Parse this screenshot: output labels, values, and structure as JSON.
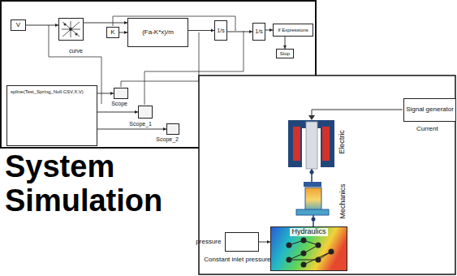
{
  "diagram": {
    "title": "System Simulation",
    "nodes": [
      {
        "text": [
          "V"
        ]
      },
      {
        "text": [
          "curve"
        ]
      },
      {
        "text": [
          "K"
        ]
      },
      {
        "text": [
          "(Fa-K*x)/m"
        ]
      },
      {
        "text": [
          "1/s"
        ]
      },
      {
        "text": [
          "1/s"
        ]
      },
      {
        "text": [
          "If Expressions"
        ]
      },
      {
        "text": [
          "Stop"
        ]
      },
      {
        "text": [
          "spline(Test_Spring_Null.CSV,X,V)"
        ]
      },
      {
        "text": [
          "Scope"
        ]
      },
      {
        "text": [
          "Scope_1"
        ]
      },
      {
        "text": [
          "Scope_2"
        ]
      },
      {
        "text": [
          "Signal generator"
        ]
      },
      {
        "text": [
          "pressure",
          "Constant inlet pressure"
        ]
      },
      {
        "text": [
          "Hydraulics"
        ]
      }
    ],
    "edges": [
      {
        "from": 0,
        "to": 1,
        "arrow": "to"
      },
      {
        "from": 1,
        "to": 3,
        "arrow": "to"
      },
      {
        "from": 2,
        "to": 3,
        "arrow": "to"
      },
      {
        "from": 3,
        "to": 4,
        "arrow": "to"
      },
      {
        "from": 4,
        "to": 5,
        "arrow": "to"
      },
      {
        "from": 5,
        "to": 6,
        "arrow": "to"
      },
      {
        "from": 6,
        "to": 7,
        "arrow": "to"
      },
      {
        "from": 8,
        "to": 9,
        "arrow": "to"
      },
      {
        "from": 8,
        "to": 10,
        "arrow": "to"
      },
      {
        "from": 8,
        "to": 11,
        "arrow": "to"
      },
      {
        "from": 13,
        "to": 14,
        "arrow": "to"
      }
    ],
    "labels": [
      "Current",
      "Electric",
      "Mechanics"
    ]
  }
}
